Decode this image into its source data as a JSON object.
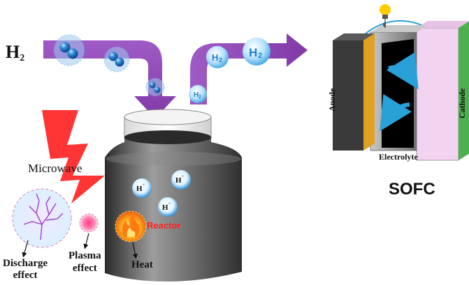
{
  "inputs": {
    "gas_main": "H",
    "gas_sub": "2"
  },
  "source": {
    "microwave_label": "Microwave"
  },
  "reactor": {
    "label": "Reactor",
    "ion_label": "H",
    "ion_charge": "-",
    "heat_label": "Heat"
  },
  "effects": {
    "discharge_line1": "Discharge",
    "discharge_line2": "effect",
    "plasma_line1": "Plasma",
    "plasma_line2": "effect"
  },
  "flow": {
    "h2_bubble_main": "H",
    "h2_bubble_sub": "2"
  },
  "sofc": {
    "title": "SOFC",
    "anode_label": "Anode",
    "cathode_label": "Cathode",
    "electrolyte_label": "Electrolyte",
    "electron_label": "e"
  },
  "colors": {
    "arrow_purple": "#8a3fb0",
    "bubble_blue": "#2f8fd8",
    "lightning_red": "#ff2a2a",
    "reactor_gray": "#555555",
    "anode_dark": "#3a3a3a",
    "cathode_pink": "#f2d4f0",
    "cathode_edge_green": "#4caf50",
    "anode_edge_gold": "#e0a020",
    "electrolyte_gray": "#9a9a9a"
  }
}
